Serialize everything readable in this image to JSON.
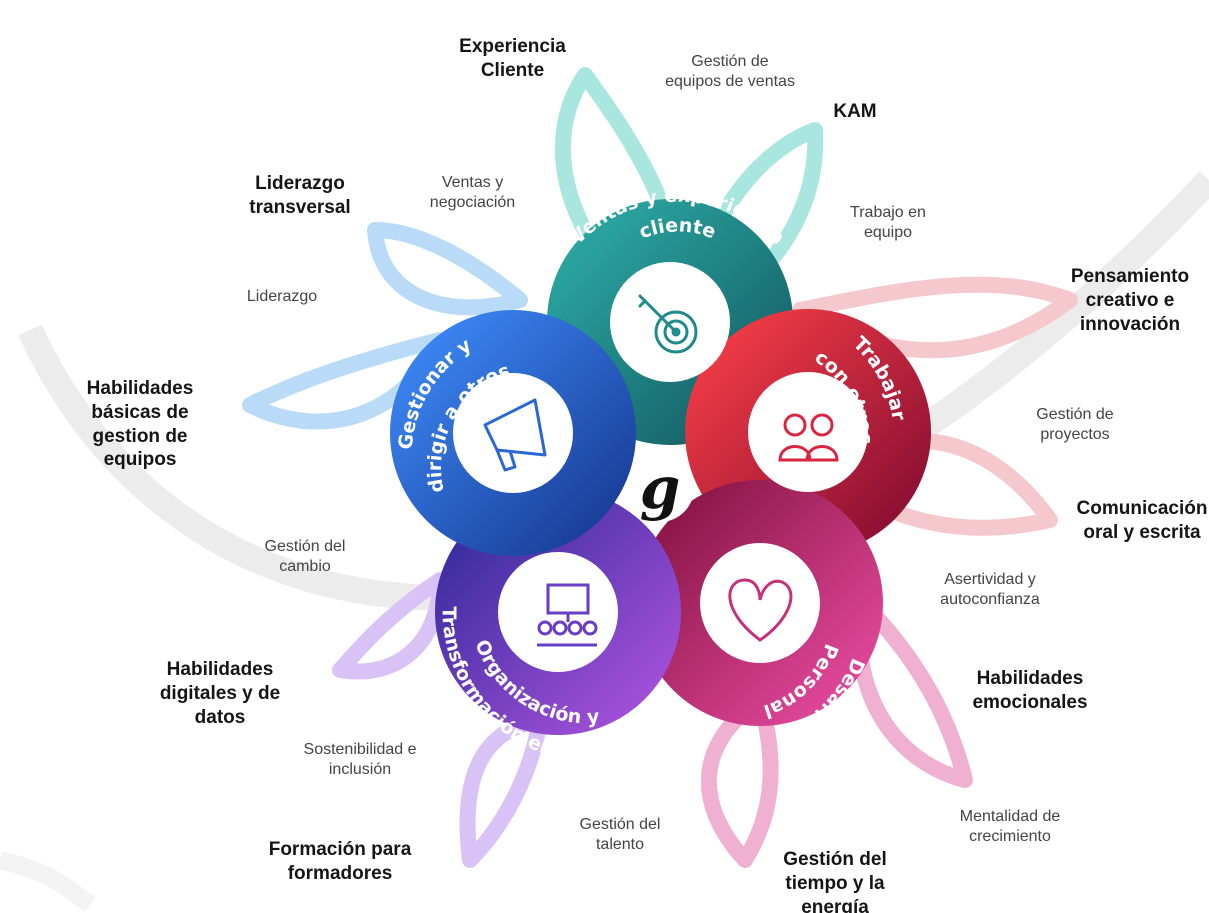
{
  "center_logo": "g",
  "modules": [
    {
      "id": "ventas",
      "title": "Ventas y experiencia cliente",
      "icon": "target-icon",
      "color": "#1f8a8c"
    },
    {
      "id": "trabajar",
      "title": "Trabajar con otros",
      "icon": "team-icon",
      "color": "#d8263f"
    },
    {
      "id": "desarrollo",
      "title": "Desarrollo Personal",
      "icon": "heart-icon",
      "color": "#c4317c"
    },
    {
      "id": "organizacion",
      "title": "Organización y Transformación empresarial",
      "icon": "presentation-icon",
      "color": "#6a3ec2"
    },
    {
      "id": "gestionar",
      "title": "Gestionar y dirigir a otros",
      "icon": "megaphone-icon",
      "color": "#2a66d6"
    }
  ],
  "ring_text": {
    "ventas_1": "Ventas y experiencia",
    "ventas_2": "cliente",
    "trabajar_1": "Trabajar",
    "trabajar_2": "con otros",
    "desarrollo_1": "Desarrollo",
    "desarrollo_2": "Personal",
    "organizacion_1": "Organización y",
    "organizacion_2": "Transformación empresarial",
    "gestionar_1": "Gestionar y",
    "gestionar_2": "dirigir a otros"
  },
  "categories": {
    "experiencia_cliente": "Experiencia Cliente",
    "kam": "KAM",
    "liderazgo_transversal": "Liderazgo transversal",
    "pensamiento_creativo": "Pensamiento creativo e innovación",
    "habilidades_basicas": "Habilidades básicas de gestion de equipos",
    "comunicacion": "Comunicación oral y escrita",
    "habilidades_digitales": "Habilidades digitales y de datos",
    "habilidades_emocionales": "Habilidades emocionales",
    "formacion_formadores": "Formación para formadores",
    "gestion_tiempo": "Gestión del tiempo y la energía"
  },
  "skills": {
    "gestion_equipos_ventas": "Gestión de equipos de ventas",
    "ventas_negociacion": "Ventas y negociación",
    "trabajo_equipo": "Trabajo en equipo",
    "liderazgo": "Liderazgo",
    "gestion_proyectos": "Gestión de proyectos",
    "gestion_cambio": "Gestión del cambio",
    "asertividad": "Asertividad y autoconfianza",
    "sostenibilidad": "Sostenibilidad e inclusión",
    "mentalidad": "Mentalidad de crecimiento",
    "gestion_talento": "Gestión del talento"
  },
  "colors": {
    "teal": "#1f8a8c",
    "teal_petal": "#a8e6df",
    "red": "#d8263f",
    "red_petal": "#f5c8cd",
    "magenta": "#c4317c",
    "magenta_petal": "#efb0d2",
    "purple": "#6a3ec2",
    "purple_petal": "#d9c3f6",
    "blue": "#2a66d6",
    "blue_petal": "#b9dbf8",
    "arc": "#ebebeb"
  }
}
